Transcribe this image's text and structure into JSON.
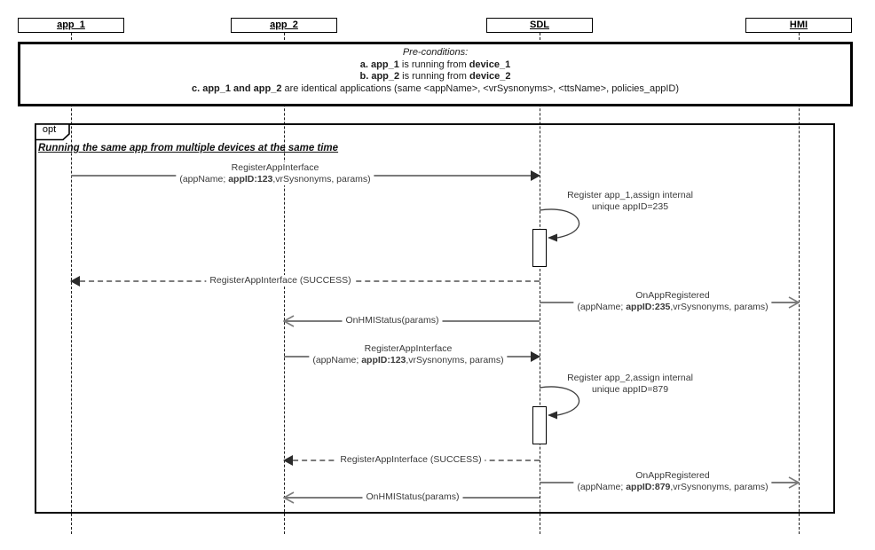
{
  "diagram": {
    "lifelines": [
      {
        "name": "app_1"
      },
      {
        "name": "app_2"
      },
      {
        "name": "SDL"
      },
      {
        "name": "HMI"
      }
    ],
    "preconditions": {
      "title": "Pre-conditions:",
      "items": [
        [
          {
            "t": "a. app_1",
            "b": 1
          },
          {
            "t": " is running from ",
            "b": 0
          },
          {
            "t": "device_1",
            "b": 1
          }
        ],
        [
          {
            "t": "b. app_2",
            "b": 1
          },
          {
            "t": " is running from ",
            "b": 0
          },
          {
            "t": "device_2",
            "b": 1
          }
        ],
        [
          {
            "t": "c. app_1 and app_2",
            "b": 1
          },
          {
            "t": " are identical applications (same <appName>, <vrSysnonyms>, <ttsName>, policies_appID)",
            "b": 0
          }
        ]
      ]
    },
    "fragment": {
      "operator": "opt",
      "title": "Running the same app from multiple devices at the same time"
    },
    "messages": [
      {
        "name": "RegisterAppInterface app_1 to SDL",
        "lines": [
          [
            {
              "t": "RegisterAppInterface",
              "b": 0
            }
          ],
          [
            {
              "t": "(appName; ",
              "b": 0
            },
            {
              "t": "appID:123",
              "b": 1
            },
            {
              "t": ",vrSysnonyms, params)",
              "b": 0
            }
          ]
        ]
      },
      {
        "name": "SDL self register app_1",
        "lines": [
          [
            {
              "t": "Register app_1,assign internal",
              "b": 0
            }
          ],
          [
            {
              "t": "unique appID=235",
              "b": 0
            }
          ]
        ]
      },
      {
        "name": "RegisterAppInterface SUCCESS to app_1",
        "lines": [
          [
            {
              "t": "RegisterAppInterface (SUCCESS)",
              "b": 0
            }
          ]
        ]
      },
      {
        "name": "OnAppRegistered to HMI (235)",
        "lines": [
          [
            {
              "t": "OnAppRegistered",
              "b": 0
            }
          ],
          [
            {
              "t": "(appName; ",
              "b": 0
            },
            {
              "t": "appID:235",
              "b": 1
            },
            {
              "t": ",vrSysnonyms, params)",
              "b": 0
            }
          ]
        ]
      },
      {
        "name": "OnHMIStatus to app_2 (first)",
        "lines": [
          [
            {
              "t": "OnHMIStatus(params)",
              "b": 0
            }
          ]
        ]
      },
      {
        "name": "RegisterAppInterface app_2 to SDL",
        "lines": [
          [
            {
              "t": "RegisterAppInterface",
              "b": 0
            }
          ],
          [
            {
              "t": "(appName; ",
              "b": 0
            },
            {
              "t": "appID:123",
              "b": 1
            },
            {
              "t": ",vrSysnonyms, params)",
              "b": 0
            }
          ]
        ]
      },
      {
        "name": "SDL self register app_2",
        "lines": [
          [
            {
              "t": "Register app_2,assign internal",
              "b": 0
            }
          ],
          [
            {
              "t": "unique appID=879",
              "b": 0
            }
          ]
        ]
      },
      {
        "name": "RegisterAppInterface SUCCESS to app_2",
        "lines": [
          [
            {
              "t": "RegisterAppInterface (SUCCESS)",
              "b": 0
            }
          ]
        ]
      },
      {
        "name": "OnAppRegistered to HMI (879)",
        "lines": [
          [
            {
              "t": "OnAppRegistered",
              "b": 0
            }
          ],
          [
            {
              "t": "(appName; ",
              "b": 0
            },
            {
              "t": "appID:879",
              "b": 1
            },
            {
              "t": ",vrSysnonyms, params)",
              "b": 0
            }
          ]
        ]
      },
      {
        "name": "OnHMIStatus to app_2 (second)",
        "lines": [
          [
            {
              "t": "OnHMIStatus(params)",
              "b": 0
            }
          ]
        ]
      }
    ],
    "colors": {
      "frame": "#000000",
      "message_line": "#7b7b7b",
      "text": "#3a3a3a"
    }
  }
}
